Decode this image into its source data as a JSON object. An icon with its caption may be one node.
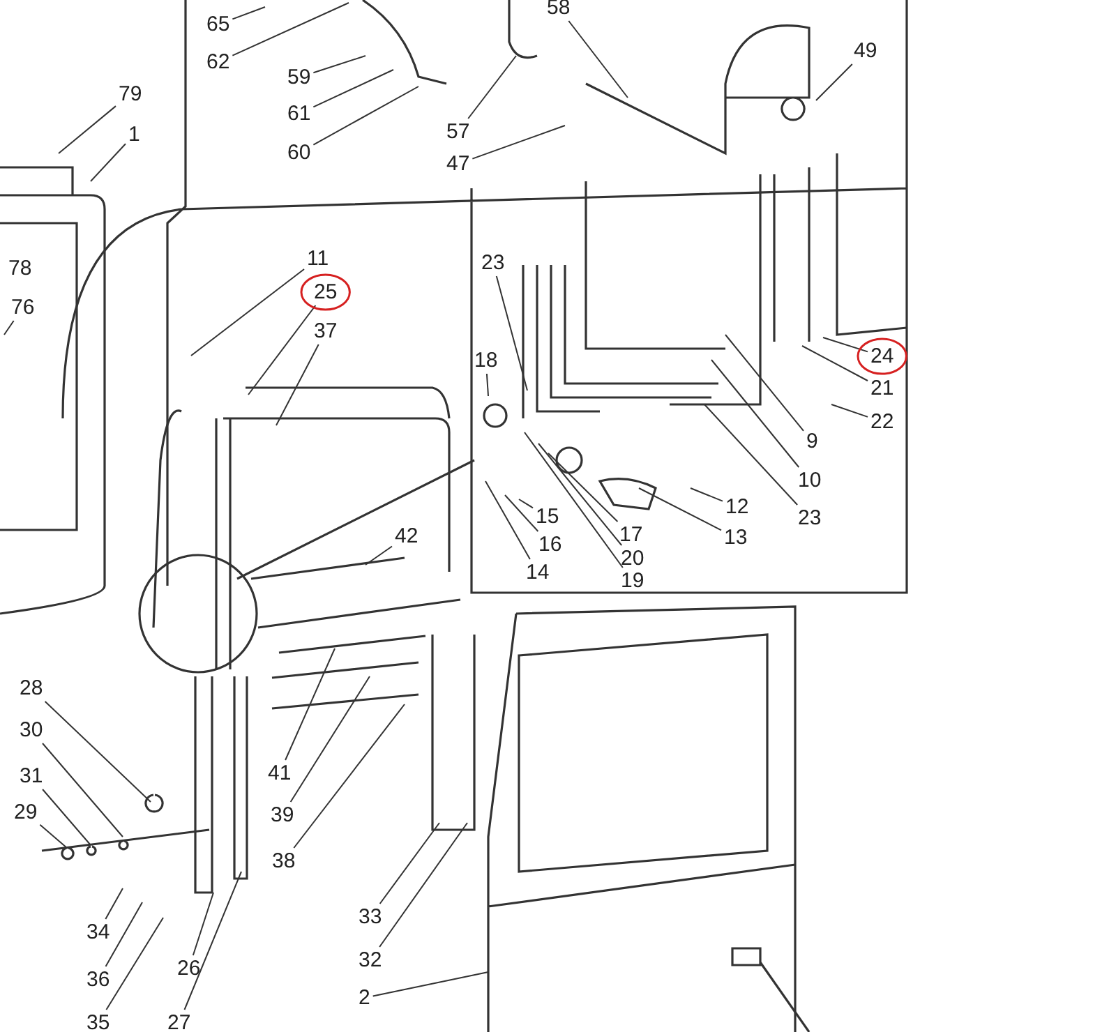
{
  "diagram": {
    "nodes": [
      {
        "text": [
          "65"
        ]
      },
      {
        "text": [
          "62"
        ]
      },
      {
        "text": [
          "59"
        ]
      },
      {
        "text": [
          "61"
        ]
      },
      {
        "text": [
          "60"
        ]
      },
      {
        "text": [
          "57"
        ]
      },
      {
        "text": [
          "47"
        ]
      },
      {
        "text": [
          "58"
        ]
      },
      {
        "text": [
          "49"
        ]
      },
      {
        "text": [
          "79"
        ]
      },
      {
        "text": [
          "1"
        ]
      },
      {
        "text": [
          "76"
        ]
      },
      {
        "text": [
          "11"
        ]
      },
      {
        "text": [
          "25"
        ]
      },
      {
        "text": [
          "37"
        ]
      },
      {
        "text": [
          "23"
        ]
      },
      {
        "text": [
          "18"
        ]
      },
      {
        "text": [
          "24"
        ]
      },
      {
        "text": [
          "21"
        ]
      },
      {
        "text": [
          "22"
        ]
      },
      {
        "text": [
          "9"
        ]
      },
      {
        "text": [
          "10"
        ]
      },
      {
        "text": [
          "23"
        ]
      },
      {
        "text": [
          "12"
        ]
      },
      {
        "text": [
          "13"
        ]
      },
      {
        "text": [
          "15"
        ]
      },
      {
        "text": [
          "16"
        ]
      },
      {
        "text": [
          "14"
        ]
      },
      {
        "text": [
          "17"
        ]
      },
      {
        "text": [
          "20"
        ]
      },
      {
        "text": [
          "19"
        ]
      },
      {
        "text": [
          "42"
        ]
      },
      {
        "text": [
          "28"
        ]
      },
      {
        "text": [
          "30"
        ]
      },
      {
        "text": [
          "31"
        ]
      },
      {
        "text": [
          "29"
        ]
      },
      {
        "text": [
          "34"
        ]
      },
      {
        "text": [
          "36"
        ]
      },
      {
        "text": [
          "35"
        ]
      },
      {
        "text": [
          "26"
        ]
      },
      {
        "text": [
          "27"
        ]
      },
      {
        "text": [
          "41"
        ]
      },
      {
        "text": [
          "39"
        ]
      },
      {
        "text": [
          "38"
        ]
      },
      {
        "text": [
          "33"
        ]
      },
      {
        "text": [
          "32"
        ]
      },
      {
        "text": [
          "2"
        ]
      }
    ],
    "edges": [
      {
        "from": 0,
        "to": null,
        "arrow": "none"
      },
      {
        "from": 1,
        "to": null,
        "arrow": "none"
      },
      {
        "from": 2,
        "to": null,
        "arrow": "none"
      },
      {
        "from": 3,
        "to": null,
        "arrow": "none"
      },
      {
        "from": 4,
        "to": null,
        "arrow": "none"
      },
      {
        "from": 5,
        "to": null,
        "arrow": "none"
      },
      {
        "from": 6,
        "to": null,
        "arrow": "none"
      },
      {
        "from": 7,
        "to": null,
        "arrow": "none"
      },
      {
        "from": 8,
        "to": null,
        "arrow": "none"
      },
      {
        "from": 9,
        "to": null,
        "arrow": "none"
      },
      {
        "from": 10,
        "to": null,
        "arrow": "none"
      },
      {
        "from": 11,
        "to": null,
        "arrow": "none"
      },
      {
        "from": 12,
        "to": null,
        "arrow": "none"
      },
      {
        "from": 13,
        "to": null,
        "arrow": "none"
      },
      {
        "from": 14,
        "to": null,
        "arrow": "none"
      },
      {
        "from": 15,
        "to": null,
        "arrow": "none"
      },
      {
        "from": 16,
        "to": null,
        "arrow": "none"
      },
      {
        "from": 17,
        "to": null,
        "arrow": "none"
      },
      {
        "from": 18,
        "to": null,
        "arrow": "none"
      },
      {
        "from": 19,
        "to": null,
        "arrow": "none"
      },
      {
        "from": 20,
        "to": null,
        "arrow": "none"
      },
      {
        "from": 21,
        "to": null,
        "arrow": "none"
      },
      {
        "from": 22,
        "to": null,
        "arrow": "none"
      },
      {
        "from": 23,
        "to": null,
        "arrow": "none"
      },
      {
        "from": 24,
        "to": null,
        "arrow": "none"
      },
      {
        "from": 25,
        "to": null,
        "arrow": "none"
      },
      {
        "from": 26,
        "to": null,
        "arrow": "none"
      },
      {
        "from": 27,
        "to": null,
        "arrow": "none"
      },
      {
        "from": 28,
        "to": null,
        "arrow": "none"
      },
      {
        "from": 29,
        "to": null,
        "arrow": "none"
      },
      {
        "from": 30,
        "to": null,
        "arrow": "none"
      },
      {
        "from": 31,
        "to": null,
        "arrow": "none"
      },
      {
        "from": 32,
        "to": null,
        "arrow": "none"
      },
      {
        "from": 33,
        "to": null,
        "arrow": "none"
      },
      {
        "from": 34,
        "to": null,
        "arrow": "none"
      },
      {
        "from": 35,
        "to": null,
        "arrow": "none"
      },
      {
        "from": 36,
        "to": null,
        "arrow": "none"
      },
      {
        "from": 37,
        "to": null,
        "arrow": "none"
      },
      {
        "from": 38,
        "to": null,
        "arrow": "none"
      },
      {
        "from": 39,
        "to": null,
        "arrow": "none"
      },
      {
        "from": 40,
        "to": null,
        "arrow": "none"
      },
      {
        "from": 41,
        "to": null,
        "arrow": "none"
      },
      {
        "from": 42,
        "to": null,
        "arrow": "none"
      },
      {
        "from": 43,
        "to": null,
        "arrow": "none"
      },
      {
        "from": 44,
        "to": null,
        "arrow": "none"
      },
      {
        "from": 45,
        "to": null,
        "arrow": "none"
      },
      {
        "from": 46,
        "to": null,
        "arrow": "none"
      }
    ],
    "labels": [
      "78"
    ]
  }
}
